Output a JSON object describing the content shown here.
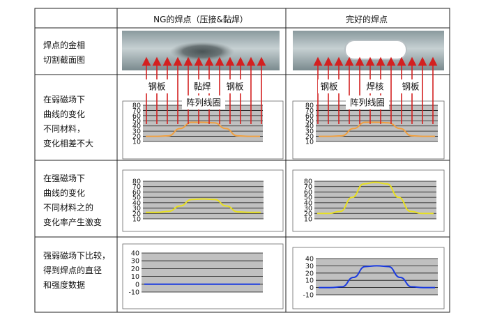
{
  "header": {
    "ng": "NG的焊点（压接&黏焊）",
    "good": "完好的焊点"
  },
  "rows": [
    {
      "label": [
        "焊点的金相",
        "切割截面图"
      ]
    },
    {
      "label": [
        "在弱磁场下",
        "曲线的变化",
        "不同材料，",
        "变化相差不大"
      ]
    },
    {
      "label": [
        "在强磁场下",
        "曲线的变化",
        "不同材料之的",
        "变化率产生激变"
      ]
    },
    {
      "label": [
        "强弱磁场下比较，",
        "得到焊点的直径",
        "和强度数据"
      ]
    }
  ],
  "annotations": {
    "steel": "钢板",
    "stick_weld": "黏焊",
    "nugget": "焊核",
    "coil_array": "阵列线圈"
  },
  "colors": {
    "arrow": "#d42020",
    "weak_curve": "#f0a040",
    "strong_curve": "#e8e020",
    "compare_curve": "#1a3ae0",
    "plot_bg": "#c0c0c0"
  },
  "chart_data": [
    {
      "type": "line",
      "panel": "weak-ng",
      "ylim": [
        10,
        80
      ],
      "yticks": [
        10,
        20,
        30,
        40,
        50,
        60,
        70,
        80
      ],
      "x": [
        0,
        10,
        20,
        30,
        40,
        50,
        60,
        70,
        80,
        90,
        100
      ],
      "values": [
        20,
        20,
        21,
        35,
        47,
        47,
        46,
        35,
        21,
        20,
        20
      ]
    },
    {
      "type": "line",
      "panel": "weak-good",
      "ylim": [
        10,
        80
      ],
      "yticks": [
        10,
        20,
        30,
        40,
        50,
        60,
        70,
        80
      ],
      "x": [
        0,
        10,
        20,
        30,
        40,
        50,
        60,
        70,
        80,
        90,
        100
      ],
      "values": [
        20,
        20,
        21,
        35,
        47,
        47,
        46,
        35,
        21,
        20,
        20
      ]
    },
    {
      "type": "line",
      "panel": "strong-ng",
      "ylim": [
        10,
        80
      ],
      "yticks": [
        10,
        20,
        30,
        40,
        50,
        60,
        70,
        80
      ],
      "x": [
        0,
        10,
        20,
        30,
        40,
        50,
        60,
        70,
        80,
        90,
        100
      ],
      "values": [
        22,
        22,
        24,
        34,
        46,
        47,
        46,
        34,
        23,
        22,
        22
      ]
    },
    {
      "type": "line",
      "panel": "strong-good",
      "ylim": [
        10,
        80
      ],
      "yticks": [
        10,
        20,
        30,
        40,
        50,
        60,
        70,
        80
      ],
      "x": [
        0,
        10,
        20,
        30,
        40,
        50,
        60,
        70,
        80,
        90,
        100
      ],
      "values": [
        20,
        20,
        24,
        50,
        75,
        78,
        75,
        50,
        24,
        20,
        20
      ]
    },
    {
      "type": "line",
      "panel": "compare-ng",
      "ylim": [
        -10,
        40
      ],
      "yticks": [
        -10,
        0,
        10,
        20,
        30,
        40
      ],
      "x": [
        0,
        10,
        20,
        30,
        40,
        50,
        60,
        70,
        80,
        90,
        100
      ],
      "values": [
        0,
        0,
        0,
        0,
        0,
        0,
        0,
        0,
        0,
        0,
        0
      ]
    },
    {
      "type": "line",
      "panel": "compare-good",
      "ylim": [
        -10,
        40
      ],
      "yticks": [
        -10,
        0,
        10,
        20,
        30,
        40
      ],
      "x": [
        0,
        10,
        20,
        30,
        40,
        50,
        60,
        70,
        80,
        90,
        100
      ],
      "values": [
        0,
        0,
        1,
        14,
        29,
        30,
        29,
        14,
        1,
        0,
        0
      ]
    }
  ]
}
